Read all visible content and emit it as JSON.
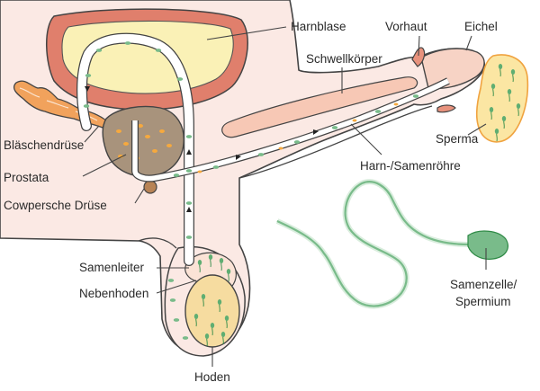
{
  "labels": {
    "harnblase": "Harnblase",
    "vorhaut": "Vorhaut",
    "eichel": "Eichel",
    "schwellkoerper": "Schwellkörper",
    "blaeschendruese": "Bläschendrüse",
    "prostata": "Prostata",
    "cowpersche_druese": "Cowpersche Drüse",
    "sperma": "Sperma",
    "harn_samenroehre": "Harn-/Samenröhre",
    "samenleiter": "Samenleiter",
    "nebenhoden": "Nebenhoden",
    "hoden": "Hoden",
    "samenzelle_line1": "Samenzelle/",
    "samenzelle_line2": "Spermium"
  },
  "colors": {
    "body_fill": "#fbe9e4",
    "outline": "#444444",
    "bladder_wall": "#e07f6c",
    "bladder_inner": "#faf1b6",
    "gland_orange": "#f1a25c",
    "prostate": "#a8937c",
    "erectile": "#f7c8b5",
    "testis": "#f6dca0",
    "sperm_green": "#79bb8a",
    "sperm_dark": "#2f8a46",
    "label_text": "#2a2a2a"
  }
}
